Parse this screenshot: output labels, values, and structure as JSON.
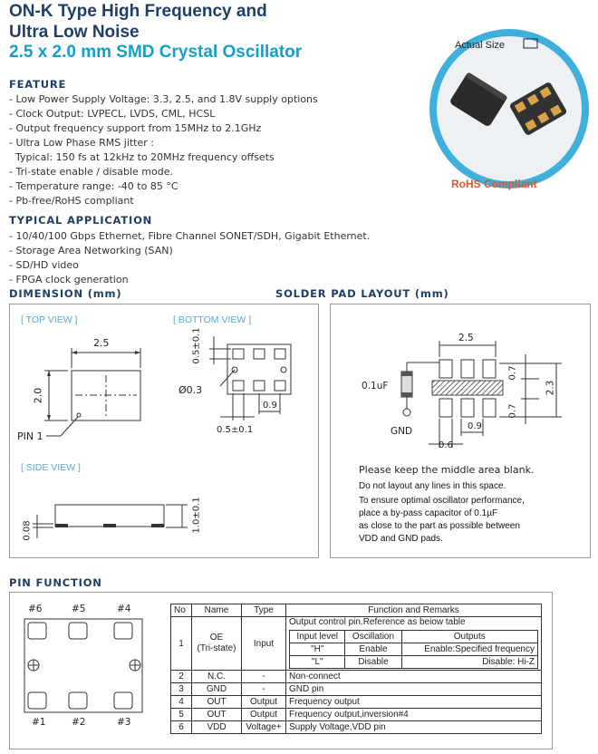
{
  "title": {
    "line1": "ON-K Type High Frequency and",
    "line2": "Ultra Low Noise",
    "line3": "2.5 x 2.0 mm  SMD Crystal Oscillator"
  },
  "badge": {
    "actual_size": "Actual Size",
    "rohs": "RoHS Compliant"
  },
  "feature": {
    "heading": "FEATURE",
    "items": [
      "- Low Power Supply Voltage: 3.3, 2.5, and 1.8V supply options",
      "- Clock Output: LVPECL, LVDS, CML, HCSL",
      "- Output frequency support from 15MHz to 2.1GHz",
      "- Ultra Low Phase RMS jitter :",
      "  Typical: 150 fs at 12kHz to 20MHz frequency offsets",
      "- Tri-state enable / disable mode.",
      "- Temperature range: -40 to 85 °C",
      "- Pb-free/RoHS compliant"
    ]
  },
  "application": {
    "heading": "TYPICAL APPLICATION",
    "items": [
      "- 10/40/100 Gbps Ethernet, Fibre Channel SONET/SDH, Gigabit Ethernet.",
      "- Storage Area Networking (SAN)",
      "- SD/HD video",
      "- FPGA clock generation"
    ]
  },
  "dimension": {
    "heading": "DIMENSION (mm)",
    "top_view": "[ TOP VIEW ]",
    "bottom_view": "[ BOTTOM VIEW ]",
    "side_view": "[ SIDE VIEW ]",
    "w": "2.5",
    "h": "2.0",
    "pin1": "PIN 1",
    "b_h": "0.5±0.1",
    "b_w": "0.5±0.1",
    "b_d": "Ø0.3",
    "b_p": "0.9",
    "s_h1": "0.08",
    "s_h2": "1.0±0.1"
  },
  "solder": {
    "heading": "SOLDER PAD LAYOUT (mm)",
    "w": "2.5",
    "h": "2.3",
    "g1": "0.7",
    "g2": "0.7",
    "p": "0.9",
    "pw": "0.6",
    "cap": "0.1uF",
    "gnd": "GND",
    "notes": [
      "Please keep the middle area blank.",
      "Do not layout any lines in this space.",
      "To ensure optimal oscillator performance,",
      "place a by-pass capacitor of 0.1µF",
      "as close to the part as possible between",
      "VDD and GND pads."
    ]
  },
  "pin_function": {
    "heading": "PIN FUNCTION",
    "pin_labels": [
      "#6",
      "#5",
      "#4",
      "#1",
      "#2",
      "#3"
    ],
    "headers": [
      "No",
      "Name",
      "Type",
      "Function and Remarks"
    ],
    "oe_row": {
      "no": "1",
      "name": "OE",
      "name2": "(Tri-state)",
      "type": "Input",
      "remark": "Output control pin.Reference as beiow table"
    },
    "oe_table": {
      "headers": [
        "Input level",
        "Oscillation",
        "Outputs"
      ],
      "rows": [
        [
          "\"H\"",
          "Enable",
          "Enable:Specified frequency"
        ],
        [
          "\"L\"",
          "Disable",
          "Disable: Hi-Z"
        ]
      ]
    },
    "rows": [
      [
        "2",
        "N.C.",
        "-",
        "Non-connect"
      ],
      [
        "3",
        "GND",
        "-",
        "GND pin"
      ],
      [
        "4",
        "OUT",
        "Output",
        "Frequency output"
      ],
      [
        "5",
        "OUT",
        "Output",
        "Frequency output,inversion#4"
      ],
      [
        "6",
        "VDD",
        "Voltage+",
        "Supply Voltage,VDD pin"
      ]
    ]
  },
  "colors": {
    "title": "#1f3f66",
    "accent": "#13a0c8",
    "rohs": "#e0542a"
  }
}
